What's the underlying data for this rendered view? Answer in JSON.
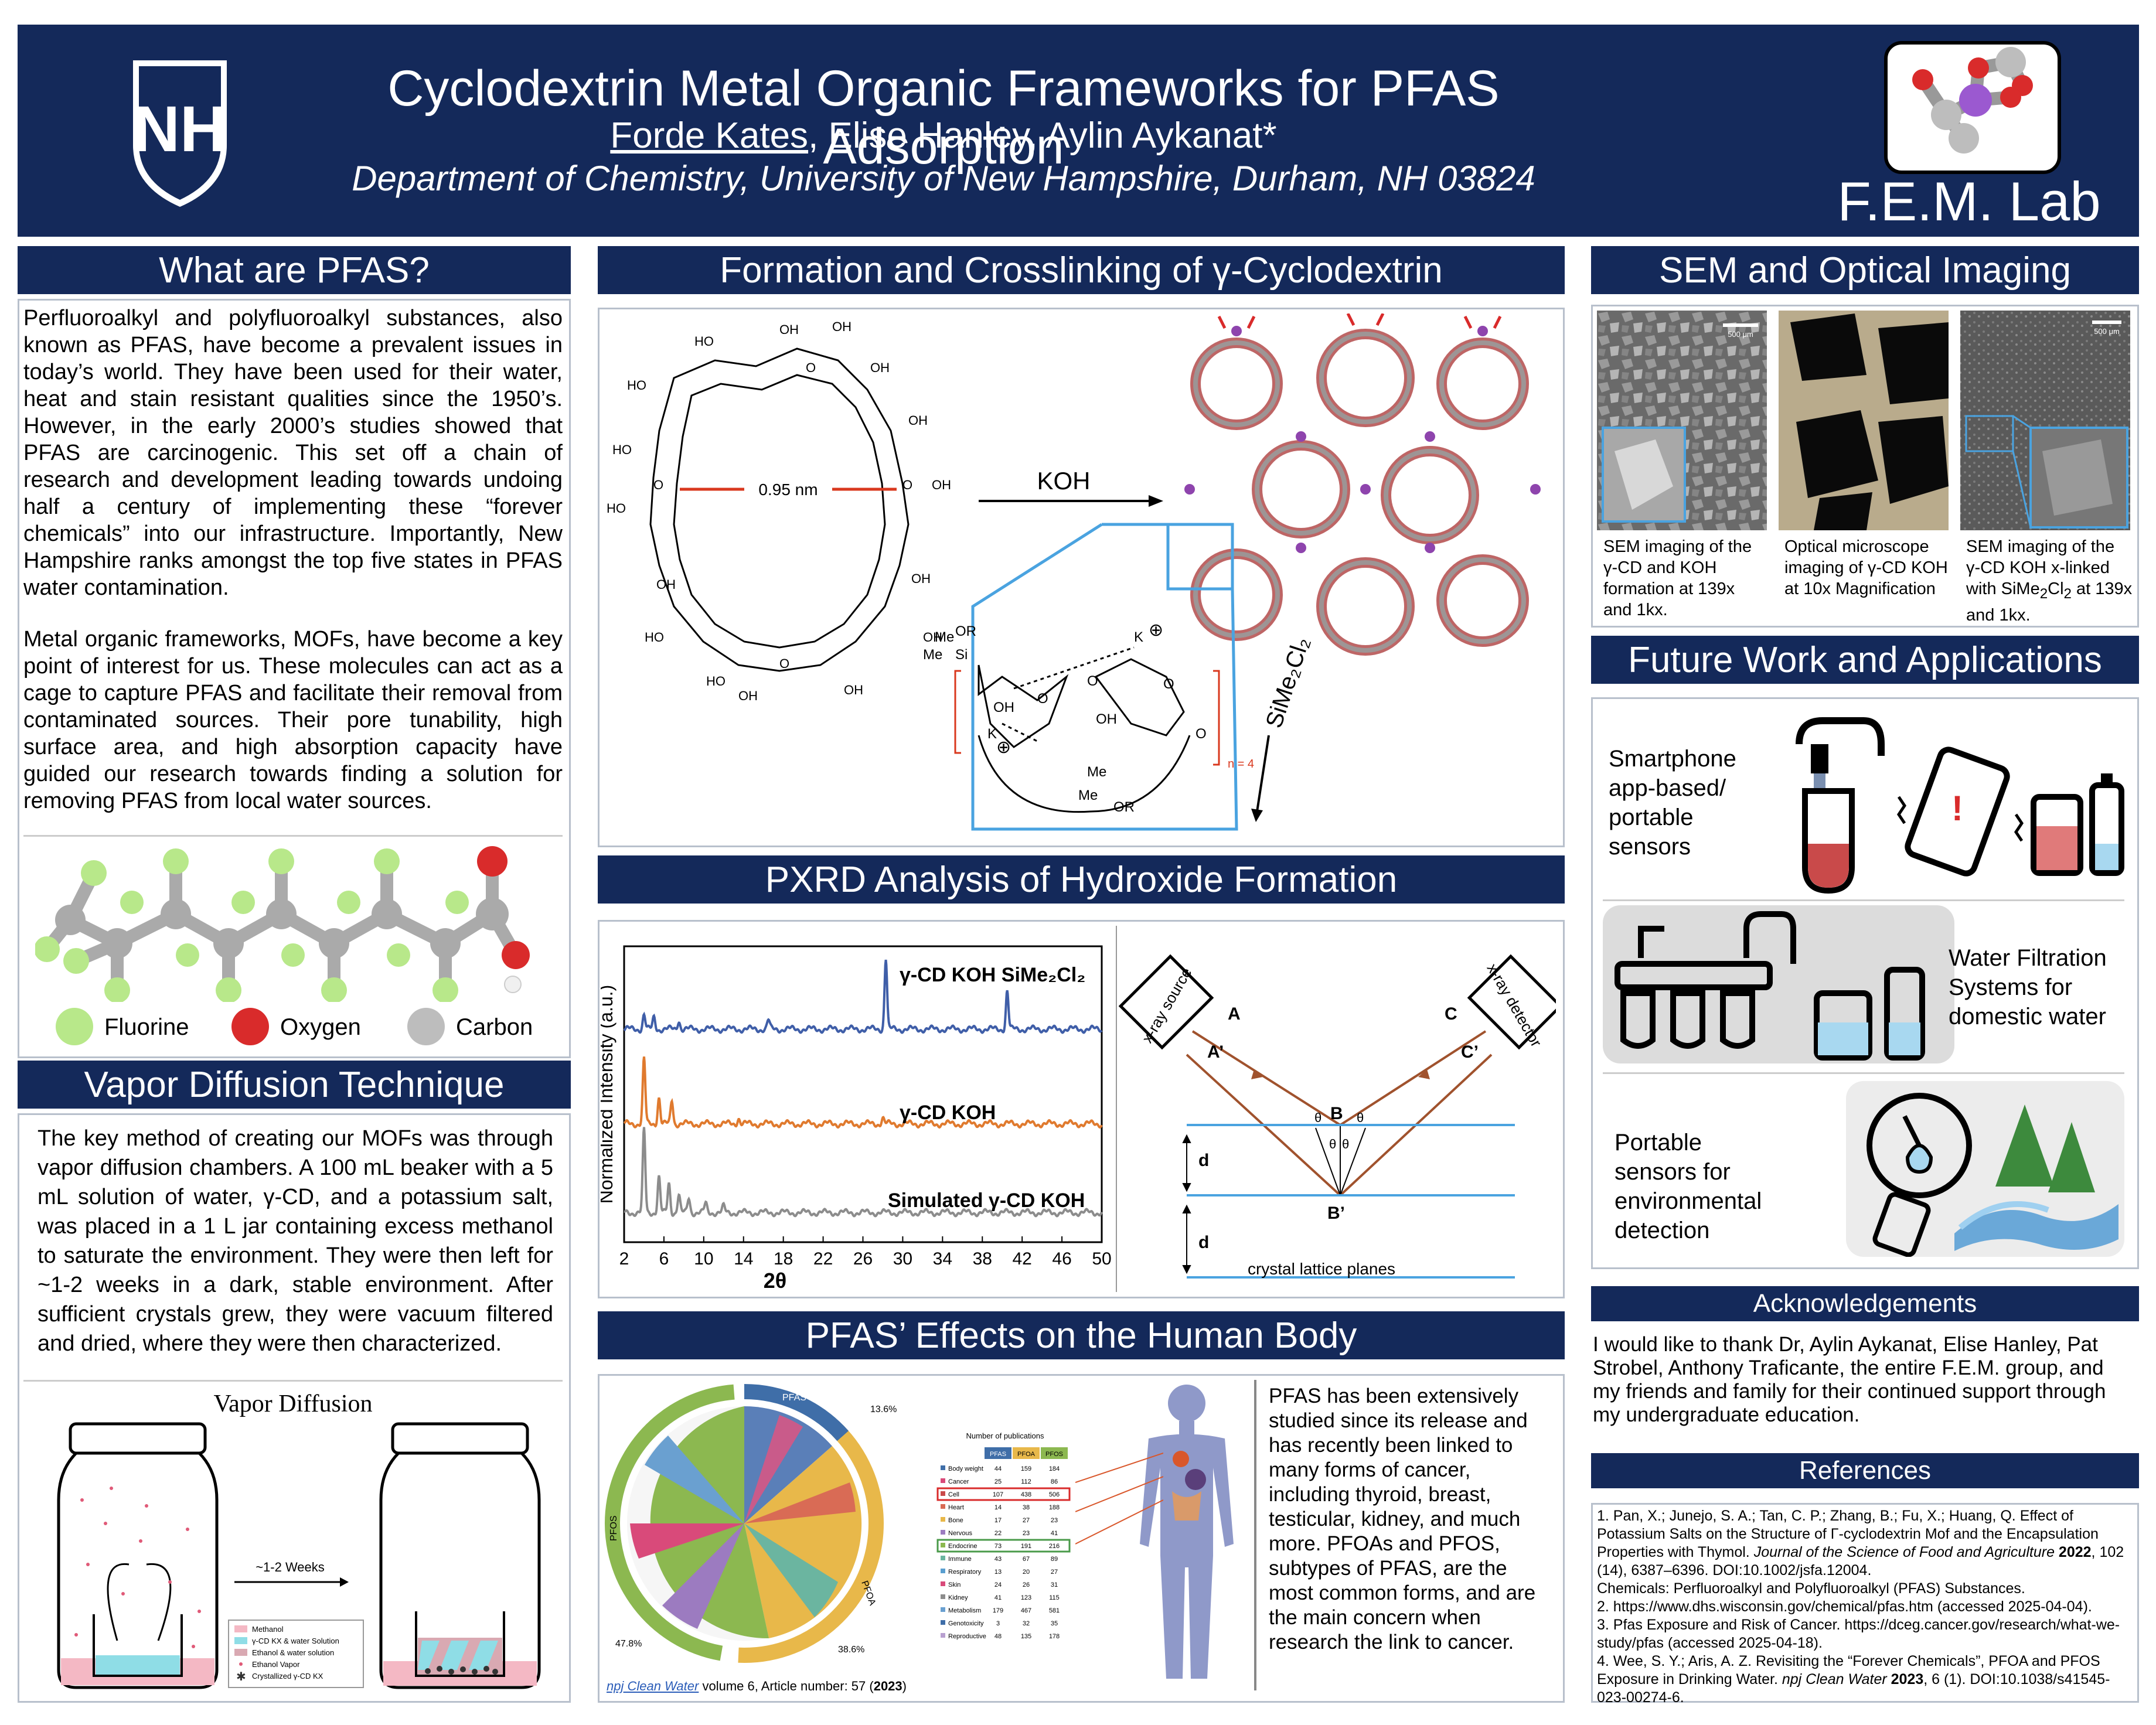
{
  "header": {
    "logo_text": "NH",
    "title": "Cyclodextrin Metal Organic Frameworks for PFAS Adsorption",
    "author_underlined": "Forde Kates",
    "authors_rest": ", Elise Hanley, Aylin Aykanat*",
    "department": "Department of Chemistry, University of New Hampshire, Durham, NH 03824",
    "lab": "F.E.M. Lab"
  },
  "sections": {
    "what": "What are PFAS?",
    "vapor": "Vapor Diffusion Technique",
    "formation": "Formation and Crosslinking of γ-Cyclodextrin",
    "pxrd": "PXRD Analysis of Hydroxide Formation",
    "effects": "PFAS’ Effects on the Human Body",
    "sem": "SEM and Optical Imaging",
    "future": "Future Work and Applications",
    "ack": "Acknowledgements",
    "refs": "References"
  },
  "what": {
    "p1": "Perfluoroalkyl and polyfluoroalkyl substances, also known as PFAS, have become a prevalent issues in today’s world. They have been used for their water, heat and stain resistant qualities since the 1950’s. However, in the early 2000’s studies showed that PFAS are carcinogenic. This set off a chain of research and development leading towards undoing half a century of implementing these “forever chemicals” into our infrastructure. Importantly, New Hampshire ranks amongst the top five states in PFAS water contamination.",
    "p2": "Metal organic frameworks, MOFs, have become a key point of interest for us. These molecules can act as a cage to capture PFAS and facilitate their removal from contaminated sources. Their pore tunability, high surface area, and high absorption capacity have guided our research towards finding a solution for removing PFAS from local water sources.",
    "legend": [
      {
        "label": "Fluorine",
        "color": "#b8e88a"
      },
      {
        "label": "Oxygen",
        "color": "#d92b2b"
      },
      {
        "label": "Carbon",
        "color": "#bdbdbd"
      }
    ]
  },
  "vapor": {
    "p": "The key method of creating our MOFs was through vapor diffusion chambers. A 100 mL beaker with a 5 mL solution of water, γ-CD, and a potassium salt, was placed in a 1 L jar containing excess methanol to saturate the environment. They were then left for ~1-2 weeks in a dark, stable environment. After sufficient crystals grew, they were vacuum filtered and dried, where they were then characterized.",
    "figure_title": "Vapor Diffusion",
    "arrow_label": "~1-2 Weeks",
    "legend": [
      {
        "label": "Methanol",
        "color": "#f4b8c4"
      },
      {
        "label": "γ-CD KX & water Solution",
        "color": "#8fdde6"
      },
      {
        "label": "Ethanol & water solution",
        "color": "#d9a9b2"
      },
      {
        "label": "Ethanol Vapor",
        "color": "#e05a78"
      },
      {
        "label": "Crystallized γ-CD KX",
        "color": "#333333"
      }
    ]
  },
  "formation": {
    "nm": "0.95 nm",
    "koh": "KOH",
    "sime": "SiMe₂Cl₂",
    "n4": "n = 4",
    "oh": "OH",
    "ho": "HO",
    "o": "O",
    "me": "Me",
    "or": "OR",
    "si": "Si",
    "k": "K",
    "plus": "⊕"
  },
  "pxrd": {
    "ylabel": "Normalized Intensity (a.u.)",
    "xlabel": "2θ",
    "diagram": {
      "source": "x-ray source",
      "detector": "x-ray detector",
      "A": "A",
      "Ap": "A’",
      "B": "B",
      "Bp": "B’",
      "C": "C",
      "Cp": "C’",
      "d": "d",
      "theta": "θ",
      "planes": "crystal lattice planes"
    }
  },
  "chart_data": {
    "type": "line",
    "x_ticks": [
      2,
      6,
      10,
      14,
      18,
      22,
      26,
      30,
      34,
      38,
      42,
      46,
      50
    ],
    "xlim": [
      2,
      50
    ],
    "xlabel": "2θ",
    "ylabel": "Normalized Intensity (a.u.)",
    "grid": false,
    "series": [
      {
        "name": "γ-CD KOH SiMe₂Cl₂",
        "color": "#3f5ea8",
        "baseline": 0.72,
        "peaks": [
          [
            4.0,
            0.05
          ],
          [
            5.0,
            0.04
          ],
          [
            7.5,
            0.03
          ],
          [
            16.5,
            0.03
          ],
          [
            28.3,
            0.24
          ],
          [
            40.5,
            0.13
          ]
        ]
      },
      {
        "name": "γ-CD KOH",
        "color": "#e07a2e",
        "baseline": 0.4,
        "peaks": [
          [
            4.0,
            0.22
          ],
          [
            5.5,
            0.09
          ],
          [
            6.8,
            0.08
          ],
          [
            13.5,
            0.02
          ],
          [
            28.0,
            0.02
          ]
        ]
      },
      {
        "name": "Simulated γ-CD KOH",
        "color": "#8c8c8c",
        "baseline": 0.1,
        "peaks": [
          [
            4.0,
            0.28
          ],
          [
            5.5,
            0.12
          ],
          [
            6.5,
            0.1
          ],
          [
            7.5,
            0.06
          ],
          [
            8.5,
            0.05
          ],
          [
            10.2,
            0.03
          ],
          [
            12.0,
            0.02
          ]
        ]
      }
    ]
  },
  "effects": {
    "caption_journal": "npj Clean Water",
    "caption_rest": " volume 6, Article number: 57 (",
    "caption_year": "2023",
    "caption_close": ")",
    "pie_labels": {
      "pfas": "PFAS",
      "pfoa": "PFOA",
      "pfos": "PFOS",
      "pct_pfas": "13.6%",
      "pct_pfoa": "38.6%",
      "pct_pfos": "47.8%"
    },
    "table_title": "Number of publications",
    "table_headers": [
      "PFAS",
      "PFOA",
      "PFOS"
    ],
    "rows": [
      {
        "name": "Body weight",
        "v": [
          "44",
          "159",
          "184"
        ]
      },
      {
        "name": "Cancer",
        "v": [
          "25",
          "112",
          "86"
        ]
      },
      {
        "name": "Cell",
        "v": [
          "107",
          "438",
          "506"
        ]
      },
      {
        "name": "Heart",
        "v": [
          "14",
          "38",
          "188"
        ]
      },
      {
        "name": "Bone",
        "v": [
          "17",
          "27",
          "23"
        ]
      },
      {
        "name": "Nervous",
        "v": [
          "22",
          "23",
          "41"
        ]
      },
      {
        "name": "Endocrine",
        "v": [
          "73",
          "191",
          "216"
        ]
      },
      {
        "name": "Immune",
        "v": [
          "43",
          "67",
          "89"
        ]
      },
      {
        "name": "Respiratory",
        "v": [
          "13",
          "20",
          "27"
        ]
      },
      {
        "name": "Skin",
        "v": [
          "24",
          "26",
          "31"
        ]
      },
      {
        "name": "Kidney",
        "v": [
          "41",
          "123",
          "115"
        ]
      },
      {
        "name": "Metabolism",
        "v": [
          "179",
          "467",
          "581"
        ]
      },
      {
        "name": "Genotoxicity",
        "v": [
          "3",
          "32",
          "35"
        ]
      },
      {
        "name": "Reproductive",
        "v": [
          "48",
          "135",
          "178"
        ]
      }
    ],
    "text": "PFAS has been extensively studied since its release and has recently been linked to many forms of cancer, including thyroid, breast, testicular, kidney, and much more. PFOAs and PFOS, subtypes of PFAS, are the most common forms, and are the main concern when research the link to cancer."
  },
  "sem": {
    "scale1": "500 μm",
    "scale2": "500 μm",
    "cap1": "SEM imaging of the γ-CD and KOH formation at 139x and 1kx.",
    "cap2": "Optical microscope imaging of γ-CD KOH at 10x Magnification",
    "cap3a": "SEM imaging of the γ-CD KOH x-linked with SiMe",
    "cap3sub1": "2",
    "cap3b": "Cl",
    "cap3sub2": "2",
    "cap3c": " at 139x and 1kx."
  },
  "future": {
    "item1": "Smartphone app-based/ portable sensors",
    "item2": "Water Filtration Systems for domestic water",
    "item3": "Portable sensors for environmental detection"
  },
  "ack": {
    "text": "I would like to thank Dr, Aylin Aykanat, Elise Hanley, Pat Strobel, Anthony Traficante, the entire F.E.M. group, and my friends and family for their continued support through my undergraduate education."
  },
  "refs": {
    "r1a": "1. Pan, X.; Junejo, S. A.; Tan, C. P.; Zhang, B.; Fu, X.; Huang, Q. Effect of Potassium Salts on the Structure of Γ-cyclodextrin Mof and the Encapsulation Properties with Thymol. ",
    "r1j": "Journal of the Science of Food and Agriculture",
    "r1y": " 2022",
    "r1b": ", 102 (14), 6387–6396. DOI:10.1002/jsfa.12004.",
    "r2": "Chemicals: Perfluoroalkyl and Polyfluoroalkyl (PFAS) Substances.",
    "r3": "2. https://www.dhs.wisconsin.gov/chemical/pfas.htm (accessed 2025-04-04).",
    "r4": "3. Pfas Exposure and Risk of Cancer. https://dceg.cancer.gov/research/what-we-study/pfas (accessed 2025-04-18).",
    "r5a": "4. Wee, S. Y.; Aris, A. Z. Revisiting the “Forever Chemicals”, PFOA and PFOS Exposure in Drinking Water. ",
    "r5j": "npj Clean Water",
    "r5y": " 2023",
    "r5b": ", 6 (1). DOI:10.1038/s41545-023-00274-6."
  }
}
